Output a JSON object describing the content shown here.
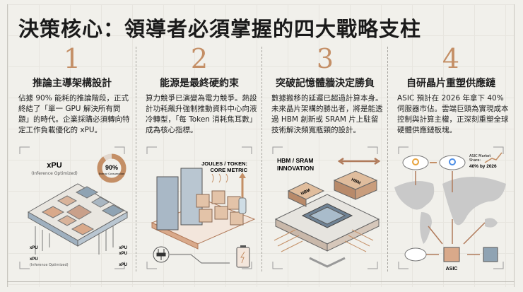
{
  "title": "決策核心：領導者必須掌握的四大戰略支柱",
  "pillars": [
    {
      "number": "1",
      "heading": "推論主導架構設計",
      "body": "佔據 90% 能耗的推論階段，正式終結了「單一 GPU 解決所有問題」的時代。企業採購必須轉向特定工作負載優化的 xPU。",
      "illustration": {
        "chip_label": "xPU",
        "chip_sub": "(Inference Optimized)",
        "donut_value": "90%",
        "donut_label": "Energy Consumption",
        "donut_fraction": 0.9,
        "pin_labels": [
          "xPU",
          "xPU",
          "xPU",
          "xPU",
          "xPU"
        ],
        "pin_sub": "(Inference Optimized)"
      }
    },
    {
      "number": "2",
      "heading": "能源是最終硬約束",
      "body": "算力競爭已演變為電力競爭。熱設計功耗飆升強制推動資料中心向液冷轉型，「每 Token 消耗焦耳數」成為核心指標。",
      "illustration": {
        "metric_label_1": "JOULES / TOKEN:",
        "metric_label_2": "CORE METRIC",
        "icons": [
          "server-rack-icon",
          "plug-icon",
          "battery-icon"
        ]
      }
    },
    {
      "number": "3",
      "heading": "突破記憶體牆決定勝負",
      "body": "數據搬移的延遲已超過計算本身。未來晶片架構的勝出者，將是能透過 HBM 創新或 SRAM 片上駐留技術解決頻寬瓶頸的設計。",
      "illustration": {
        "label_1": "HBM / SRAM",
        "label_2": "INNOVATION",
        "hbm_label": "HBM"
      }
    },
    {
      "number": "4",
      "heading": "自研晶片重塑供應鏈",
      "body": "ASIC 預計在 2026 年拿下 40% 伺服器市佔。雲端巨頭為實現成本控制與計算主權，正深刻重塑全球硬體供應鏈板塊。",
      "illustration": {
        "market_label_1": "ASIC Market",
        "market_label_2": "Share:",
        "market_value": "40% by 2026",
        "chip_label": "ASIC"
      }
    }
  ],
  "colors": {
    "accent": "#c48f66",
    "copper": "#d9a98a",
    "slate": "#8fa3b3",
    "background": "#f1f0eb"
  }
}
